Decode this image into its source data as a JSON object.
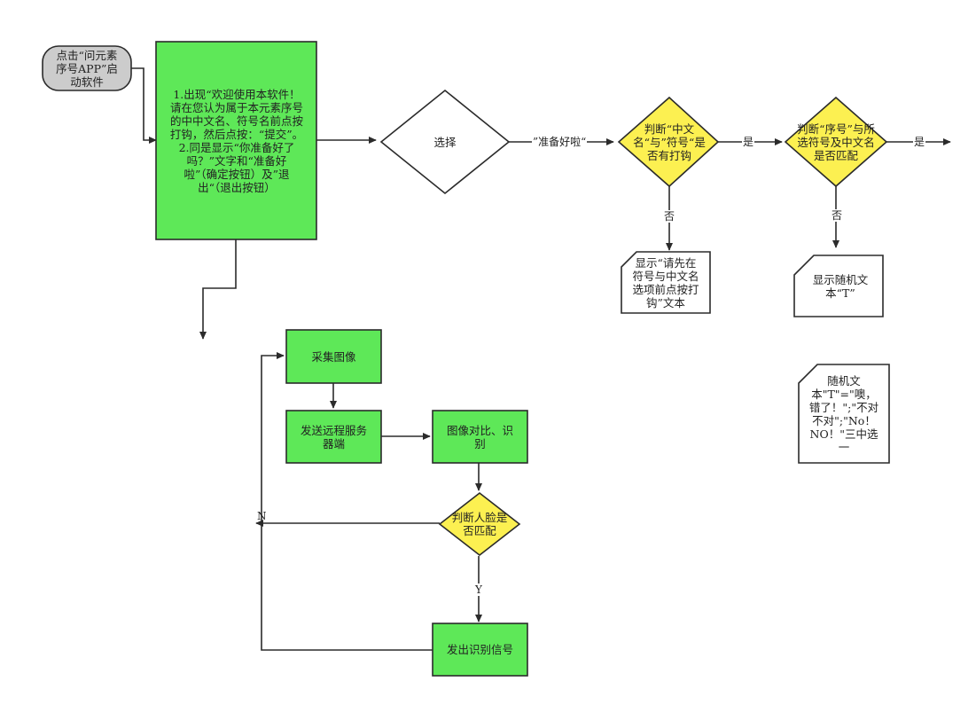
{
  "colors": {
    "process_fill": "#5ee858",
    "decision_fill": "#fcf051",
    "terminal_fill": "#cccccc",
    "note_fill": "#ffffff",
    "stroke": "#2b2b2b"
  },
  "nodes": {
    "start": "点击“问元素\n序号APP”启\n动软件",
    "welcome": "1.出现“欢迎使用本软件！\n请在您认为属于本元素序号\n的中中文名、符号名前点按\n打钩，然后点按：“提交”。\n2.同是显示“你准备好了\n吗？”文字和“准备好\n啦”（确定按钮）及”退\n出“（退出按钮）",
    "choose": "选择",
    "check_tick": "判断“中文\n名“与”符号“是\n否有打钩",
    "check_match": "判断“序号”与所\n选符号及中文名\n是否匹配",
    "prompt_tick": "显示“请先在\n符号与中文名\n选项前点按打\n钩”文本",
    "random_text": "显示随机文\n本“T”",
    "random_note": "随机文\n本\"T\"=\"噢，\n错了！\";\"不对\n不对\";\"No！\nNO！\"三中选\n一",
    "capture": "采集图像",
    "send": "发送远程服务\n器端",
    "compare": "图像对比、识\n别",
    "face_match": "判断人脸是\n否匹配",
    "signal": "发出识别信号"
  },
  "edges": {
    "ready": "”准备好啦“",
    "yes1": "是",
    "yes2": "是",
    "no1": "否",
    "no2": "否",
    "no_face": "N",
    "yes_face": "Y"
  }
}
